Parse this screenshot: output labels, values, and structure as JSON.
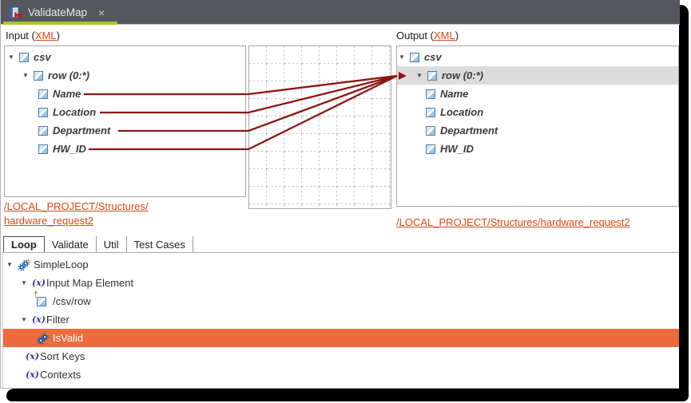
{
  "editor_tab": {
    "title": "ValidateMap",
    "close_glyph": "×"
  },
  "headers": {
    "input_prefix": "Input (",
    "input_link": "XML",
    "input_suffix": ")",
    "output_prefix": "Output (",
    "output_link": "XML",
    "output_suffix": ")"
  },
  "input_tree": {
    "rows": [
      {
        "label": "csv"
      },
      {
        "label": "row (0:*)"
      },
      {
        "label": "Name"
      },
      {
        "label": "Location"
      },
      {
        "label": "Department"
      },
      {
        "label": "HW_ID"
      }
    ],
    "path_line1": "/LOCAL_PROJECT/Structures/",
    "path_line2": "hardware_request2"
  },
  "output_tree": {
    "rows": [
      {
        "label": "csv"
      },
      {
        "label": "row (0:*)",
        "selected": true
      },
      {
        "label": "Name"
      },
      {
        "label": "Location"
      },
      {
        "label": "Department"
      },
      {
        "label": "HW_ID"
      }
    ],
    "path": "/LOCAL_PROJECT/Structures/hardware_request2"
  },
  "bottom_tabs": {
    "tabs": [
      {
        "label": "Loop",
        "active": true
      },
      {
        "label": "Validate"
      },
      {
        "label": "Util"
      },
      {
        "label": "Test Cases"
      }
    ]
  },
  "bottom_tree": {
    "rows": [
      {
        "label": "SimpleLoop",
        "icon": "gears-icon"
      },
      {
        "label": "Input Map Element",
        "icon": "x-function-icon"
      },
      {
        "label": "/csv/row",
        "icon": "element-add-icon"
      },
      {
        "label": "Filter",
        "icon": "x-function-icon"
      },
      {
        "label": "IsValid",
        "icon": "gears-icon",
        "selected": true
      },
      {
        "label": "Sort Keys",
        "icon": "x-function-icon"
      },
      {
        "label": "Contexts",
        "icon": "x-function-icon"
      }
    ]
  },
  "colors": {
    "titlebar": "#54575e",
    "tab_underline": "#aec32d",
    "link_orange": "#dd4814",
    "mapping_line": "#8e1414",
    "selection_orange": "#ed6b3c",
    "selection_gray": "#dcdcdc"
  }
}
